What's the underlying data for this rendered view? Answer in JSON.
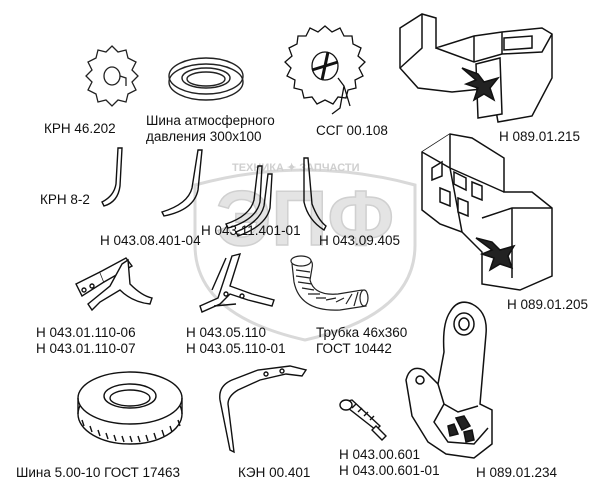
{
  "watermark": {
    "top_text": "ТЕХНИКА ✦ ЗАПЧАСТИ",
    "logo_text": "ЭПФ"
  },
  "parts": [
    {
      "id": "krn-46-202",
      "label": "КРН 46.202"
    },
    {
      "id": "tire-300x100",
      "label_line1": "Шина атмосферного",
      "label_line2": "давления 300х100"
    },
    {
      "id": "ssg-00-108",
      "label": "ССГ 00.108"
    },
    {
      "id": "n-089-01-215",
      "label": "Н 089.01.215"
    },
    {
      "id": "krn-8-2",
      "label": "КРН 8-2"
    },
    {
      "id": "n-043-08-401-04",
      "label": "Н 043.08.401-04"
    },
    {
      "id": "n-043-11-401-01",
      "label": "Н 043.11.401-01"
    },
    {
      "id": "n-043-09-405",
      "label": "Н 043.09.405"
    },
    {
      "id": "n-089-01-205",
      "label": "Н 089.01.205"
    },
    {
      "id": "n-043-01-110",
      "label_line1": "Н 043.01.110-06",
      "label_line2": "Н 043.01.110-07"
    },
    {
      "id": "n-043-05-110",
      "label_line1": "Н 043.05.110",
      "label_line2": "Н 043.05.110-01"
    },
    {
      "id": "tube-46x360",
      "label_line1": "Трубка 46х360",
      "label_line2": "ГОСТ 10442"
    },
    {
      "id": "tire-5-00-10",
      "label": "Шина 5.00-10 ГОСТ 17463"
    },
    {
      "id": "ken-00-401",
      "label": "КЭН 00.401"
    },
    {
      "id": "n-043-00-601",
      "label_line1": "Н 043.00.601",
      "label_line2": "Н 043.00.601-01"
    },
    {
      "id": "n-089-01-234",
      "label": "Н 089.01.234"
    }
  ]
}
